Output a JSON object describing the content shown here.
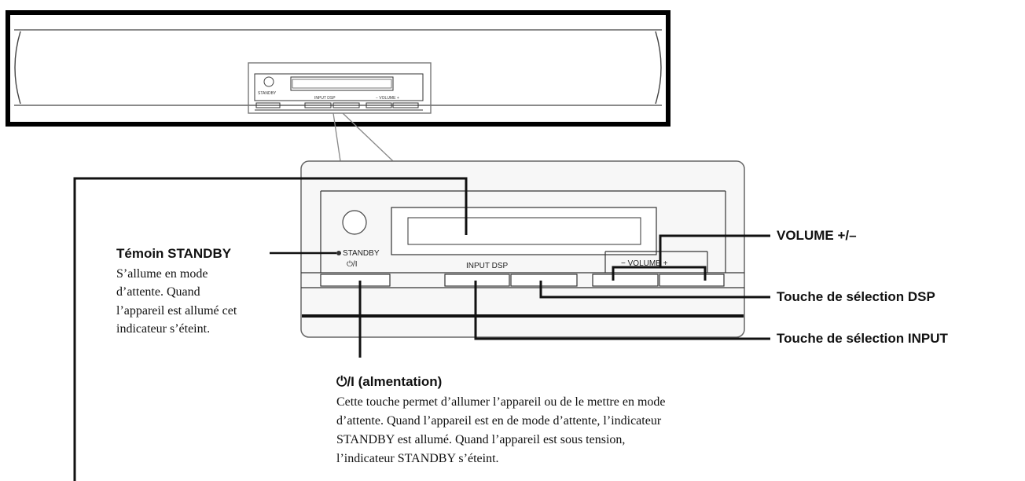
{
  "panel": {
    "standby_label": "STANDBY",
    "power_symbol": "⏻/I",
    "input_dsp_label": "INPUT DSP",
    "volume_label": "−  VOLUME  +"
  },
  "callouts": {
    "standby": {
      "title": "Témoin STANDBY",
      "lines": [
        "S’allume en mode",
        "d’attente. Quand",
        "l’appareil est allumé cet",
        "indicateur s’éteint."
      ]
    },
    "volume": {
      "title": "VOLUME +/–"
    },
    "dsp": {
      "title": "Touche de sélection DSP"
    },
    "input": {
      "title": "Touche de sélection INPUT"
    },
    "power": {
      "title": "⏻/I (almentation)",
      "lines": [
        "Cette touche permet d’allumer l’appareil ou de le mettre en mode",
        "d’attente. Quand l’appareil est en de mode d’attente, l’indicateur",
        "STANDBY est allumé. Quand l’appareil est sous tension,",
        "l’indicateur STANDBY s’éteint."
      ]
    }
  },
  "colors": {
    "line": "#111111",
    "panel_stroke": "#666666",
    "panel_fill": "#f6f6f6",
    "frame": "#000000"
  }
}
